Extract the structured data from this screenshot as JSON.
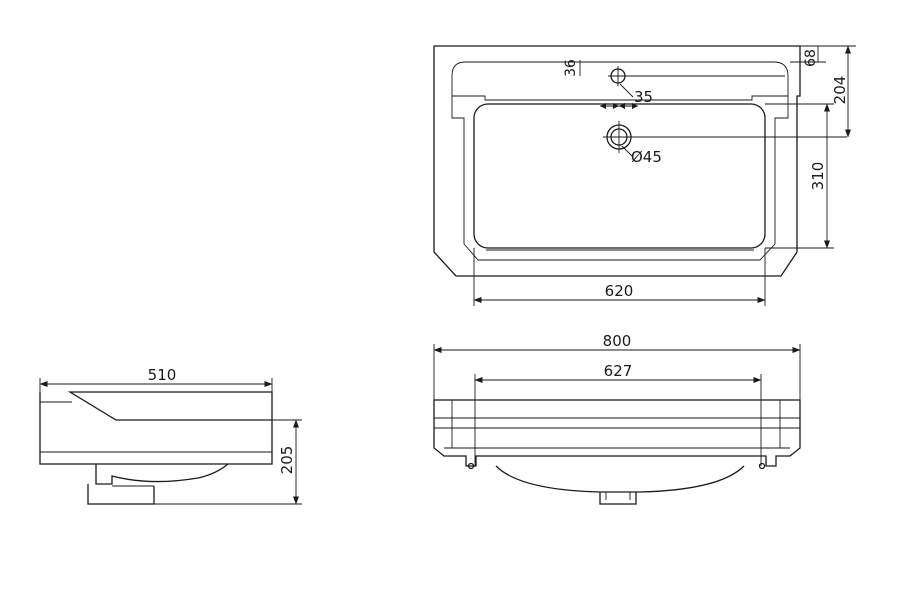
{
  "dimensions": {
    "top_view": {
      "d36": "36",
      "d68": "68",
      "d204": "204",
      "d35": "35",
      "d45": "Ø45",
      "d310": "310",
      "d620": "620"
    },
    "front_view": {
      "d800": "800",
      "d627": "627"
    },
    "side_view": {
      "d510": "510",
      "d205": "205"
    }
  }
}
